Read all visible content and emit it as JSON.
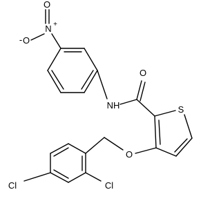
{
  "structure": {
    "atoms": {
      "nitro_o_top": "O",
      "nitro_n": "N",
      "nitro_plus": "+",
      "nitro_o_left": "O",
      "nitro_minus": "-",
      "amide_o": "O",
      "amide_nh": "NH",
      "thiophene_s": "S",
      "ether_o": "O",
      "cl_left": "Cl",
      "cl_right": "Cl"
    },
    "colors": {
      "bond": "#000000",
      "label": "#000000",
      "background": "#ffffff"
    }
  }
}
